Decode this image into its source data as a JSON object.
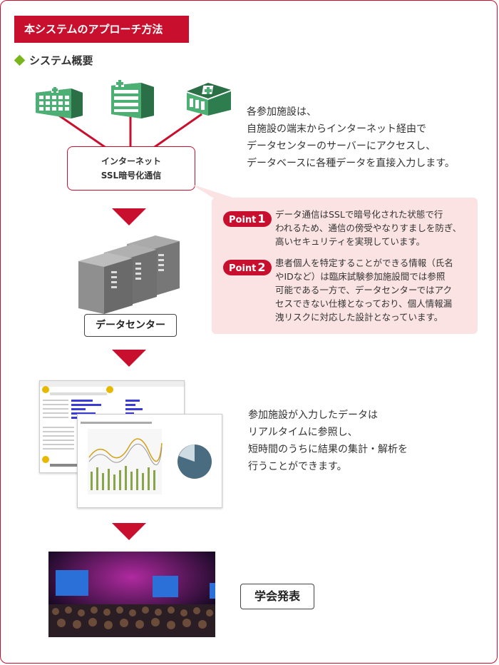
{
  "header": {
    "title": "本システムのアプローチ方法",
    "subtitle": "システム概要"
  },
  "internet": {
    "line1": "インターネット",
    "line2": "SSL暗号化通信"
  },
  "overview_desc": [
    "各参加施設は、",
    "自施設の端末からインターネット経由で",
    "データセンターのサーバーにアクセスし、",
    "データベースに各種データを直接入力します。"
  ],
  "points": [
    {
      "label": "Point",
      "num": "1",
      "lines": [
        "データ通信はSSLで暗号化された状態で行",
        "われるため、通信の傍受やなりすましを防ぎ、",
        "高いセキュリティを実現しています。"
      ]
    },
    {
      "label": "Point",
      "num": "2",
      "lines": [
        "患者個人を特定することができる情報（氏名",
        "やIDなど）は臨床試験参加施設間では参照",
        "可能である一方で、データセンターではアク",
        "セスできない仕様となっており、個人情報漏",
        "洩リスクに対応した設計となっています。"
      ]
    }
  ],
  "datacenter": {
    "label": "データセンター"
  },
  "realtime_desc": [
    "参加施設が入力したデータは",
    "リアルタイムに参照し、",
    "短時間のうちに結果の集計・解析を",
    "行うことができます。"
  ],
  "presentation": {
    "label": "学会発表"
  },
  "colors": {
    "accent_red": "#c8102e",
    "hospital_green": "#3e9d63",
    "diamond_green": "#7ab51d",
    "point_bg": "#fbe3e3"
  },
  "icons": [
    "hospital-icon",
    "server-icon",
    "down-arrow-icon",
    "diamond-bullet-icon"
  ]
}
